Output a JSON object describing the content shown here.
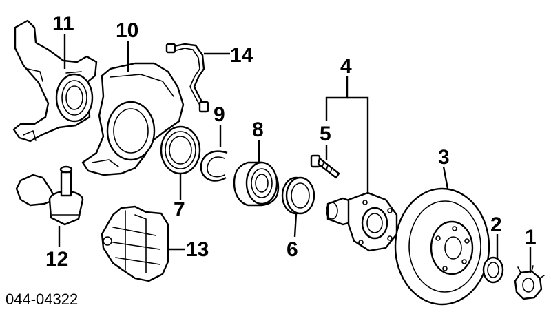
{
  "callouts": {
    "c1": "1",
    "c2": "2",
    "c3": "3",
    "c4": "4",
    "c5": "5",
    "c6": "6",
    "c7": "7",
    "c8": "8",
    "c9": "9",
    "c10": "10",
    "c11": "11",
    "c12": "12",
    "c13": "13",
    "c14": "14"
  },
  "diagram_code": "044-04322",
  "colors": {
    "line": "#000000",
    "background": "#ffffff"
  }
}
